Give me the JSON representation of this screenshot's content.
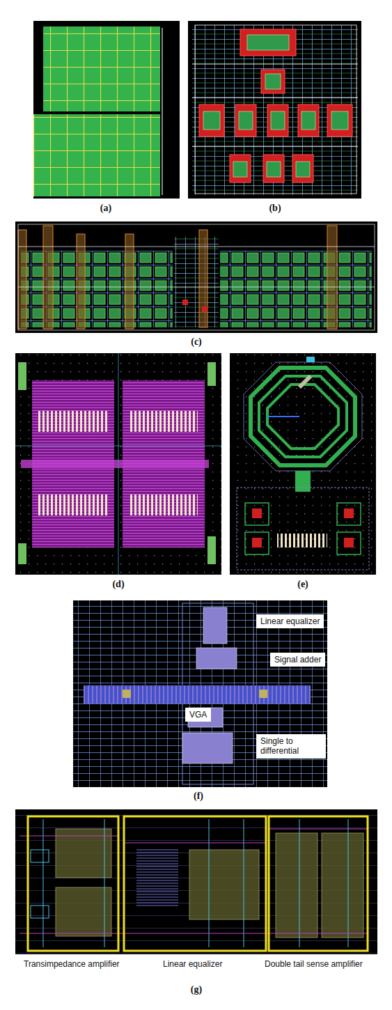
{
  "diagram": {
    "nodes": [
      {
        "text": [
          "Linear equalizer"
        ]
      },
      {
        "text": [
          "Signal adder"
        ]
      },
      {
        "text": [
          "VGA"
        ]
      },
      {
        "text": [
          "Single to differential"
        ]
      },
      {
        "text": [
          "Transimpedance amplifier"
        ]
      },
      {
        "text": [
          "Linear equalizer"
        ]
      },
      {
        "text": [
          "Double tail sense amplifier"
        ]
      }
    ],
    "labels": [
      "(a)",
      "(b)",
      "(c)",
      "(d)",
      "(e)",
      "(f)",
      "(g)"
    ]
  }
}
